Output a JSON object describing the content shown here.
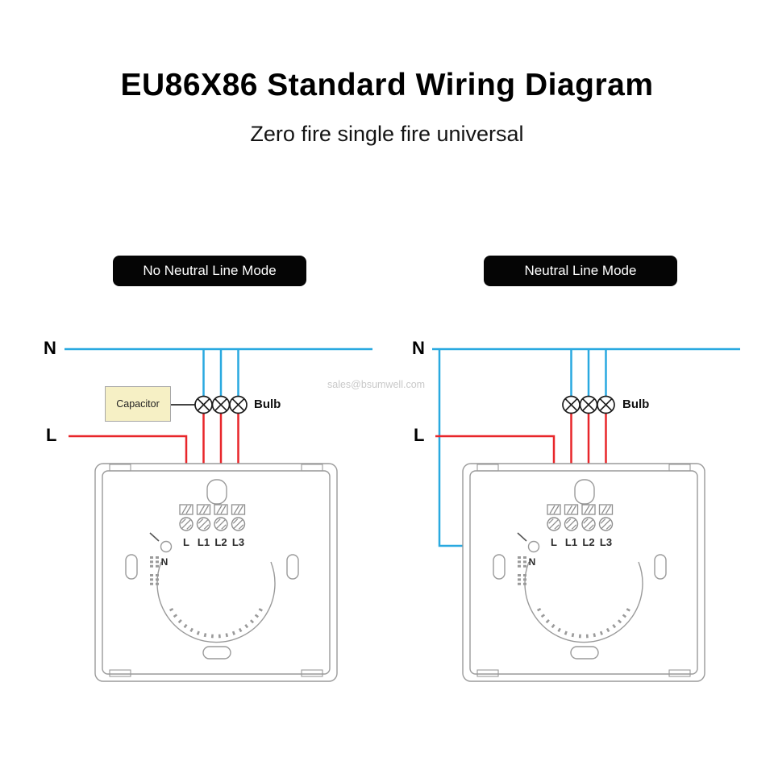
{
  "header": {
    "title": "EU86X86 Standard Wiring Diagram",
    "subtitle": "Zero fire single fire universal"
  },
  "watermark": "sales@bsumwell.com",
  "diagrams": {
    "left": {
      "mode": "No Neutral Line Mode",
      "neutral_wire_label": "N",
      "live_wire_label": "L",
      "bulb_label": "Bulb",
      "capacitor_label": "Capacitor",
      "terminal_labels": [
        "L",
        "L1",
        "L2",
        "L3"
      ],
      "neutral_terminal_label": "N"
    },
    "right": {
      "mode": "Neutral Line Mode",
      "neutral_wire_label": "N",
      "live_wire_label": "L",
      "bulb_label": "Bulb",
      "terminal_labels": [
        "L",
        "L1",
        "L2",
        "L3"
      ],
      "neutral_terminal_label": "N"
    }
  },
  "colors": {
    "neutral_wire": "#29a9e0",
    "live_wire": "#e8262a",
    "mode_pill_bg": "#050505",
    "capacitor_fill": "#f6f0c5",
    "panel_outline": "#9a9a9a"
  }
}
